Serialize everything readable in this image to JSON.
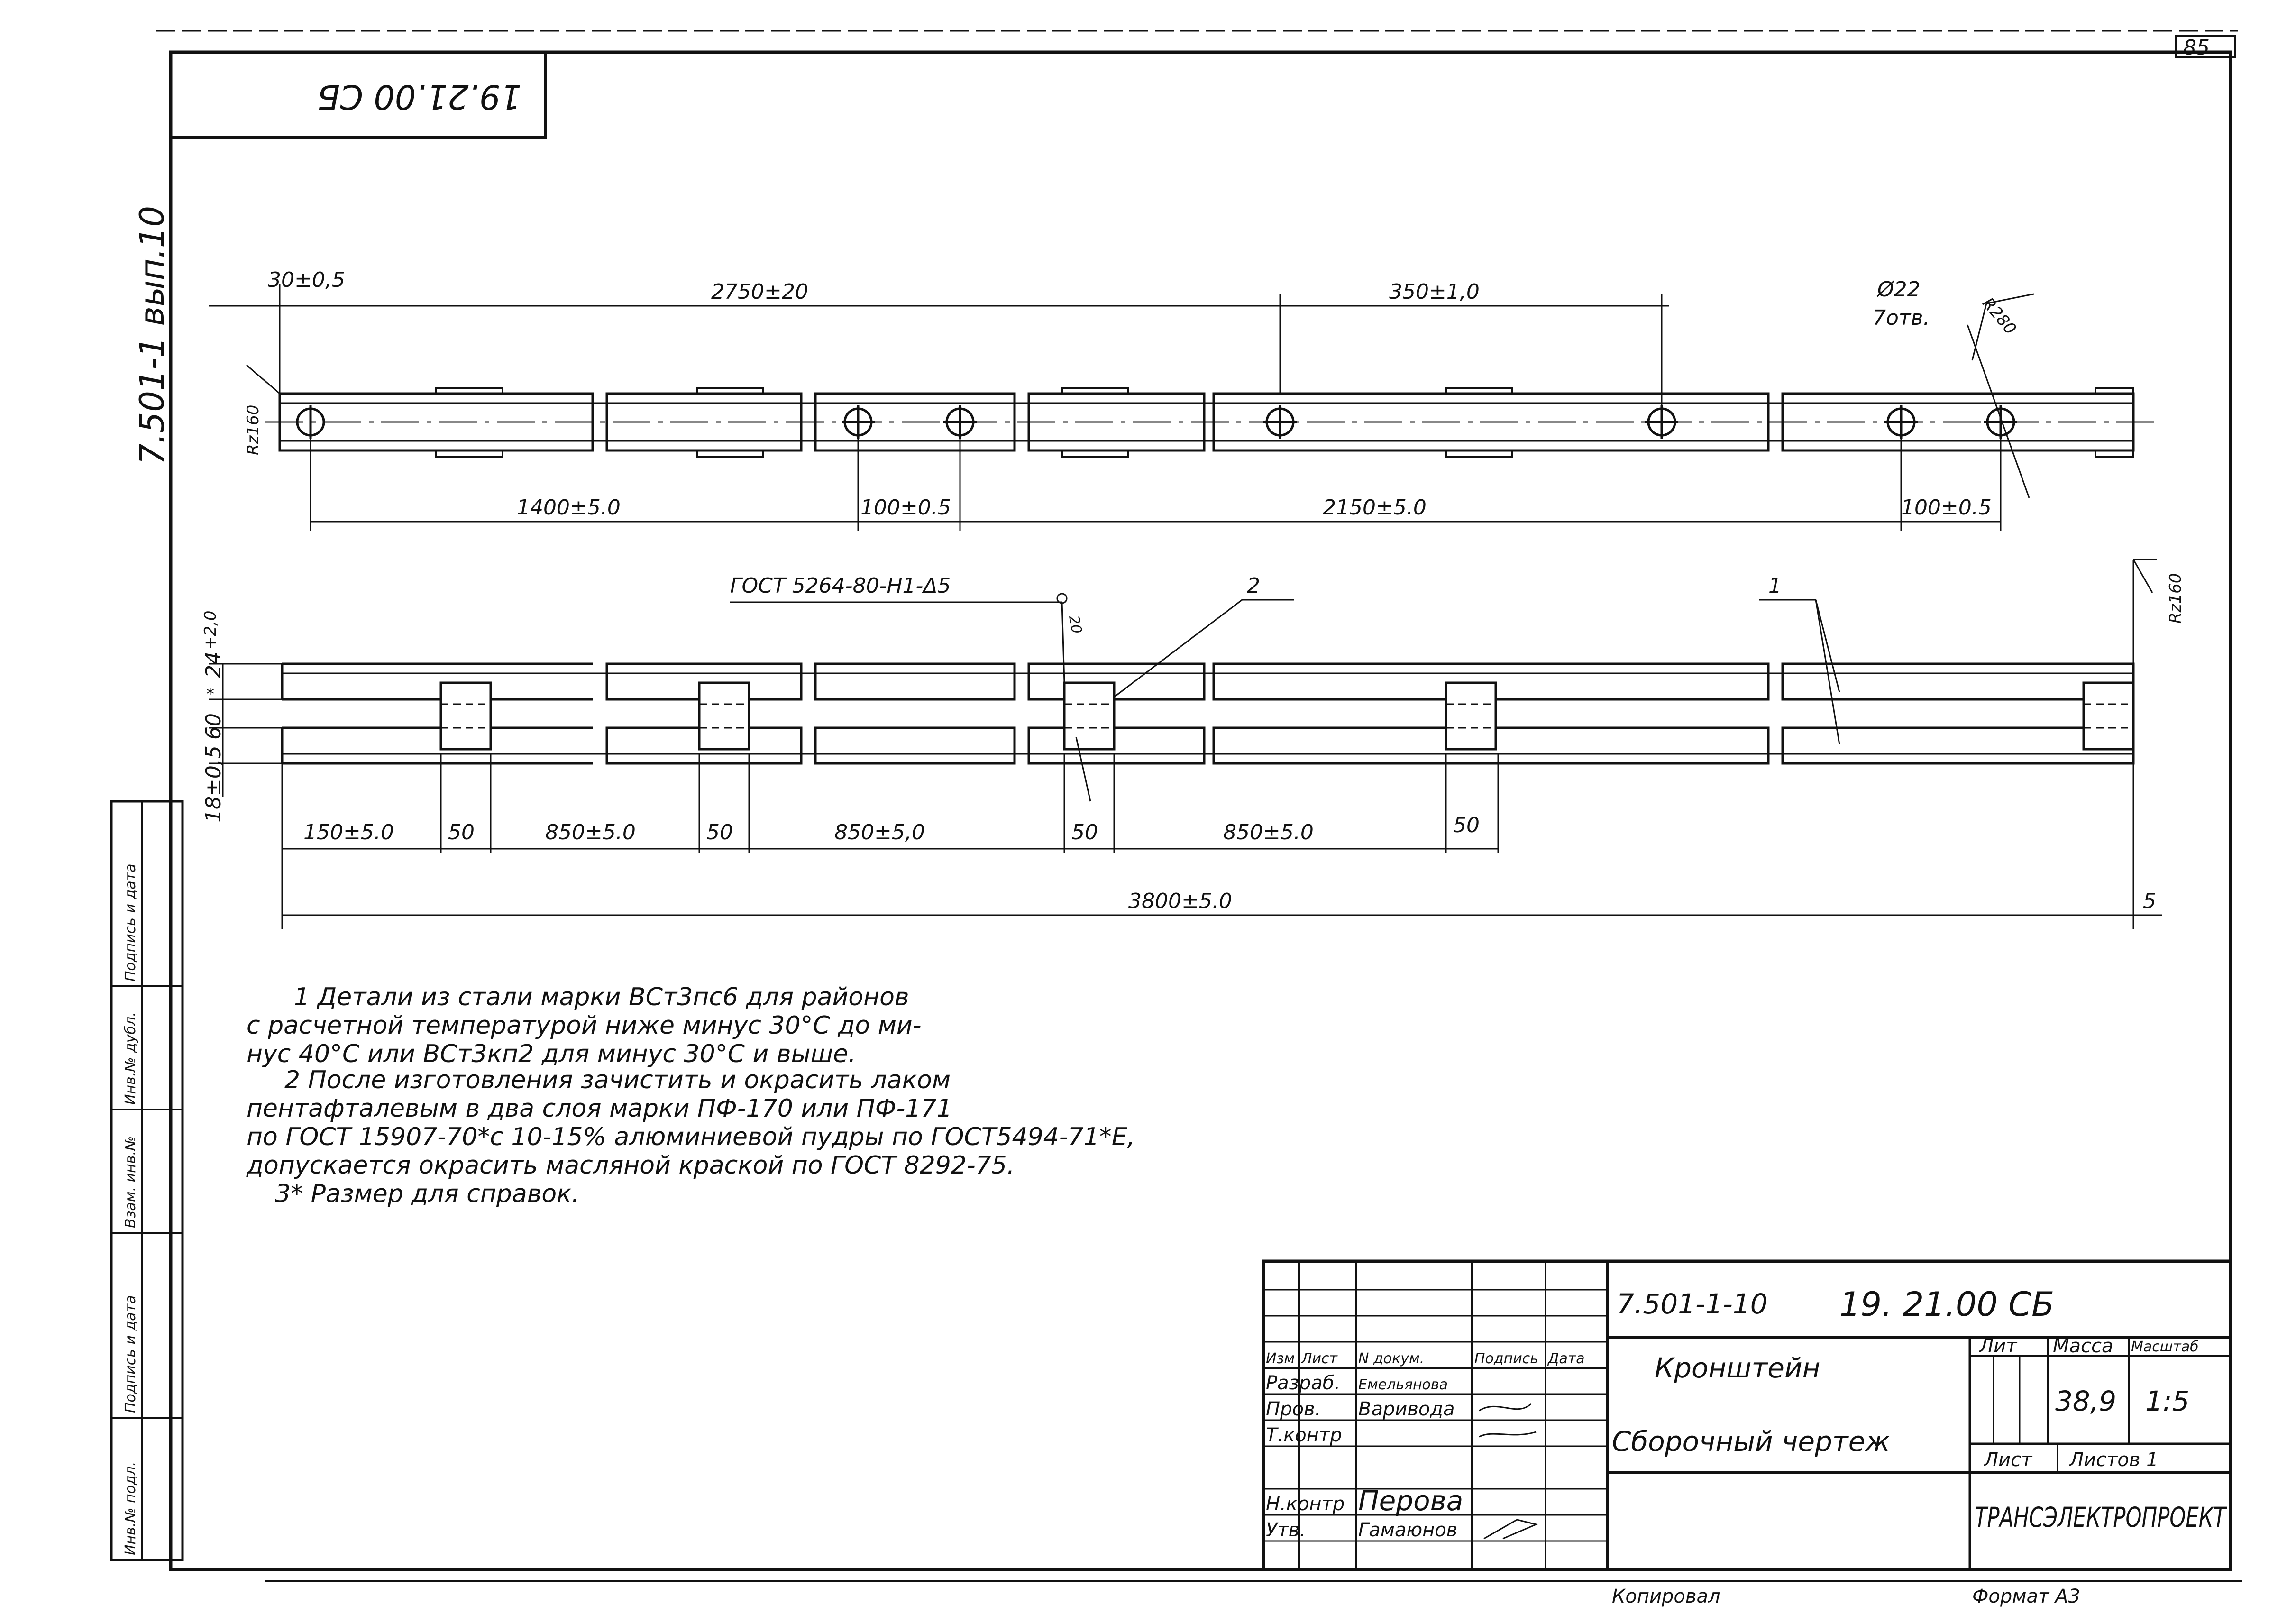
{
  "sheet": {
    "page_number": "85",
    "series_vertical": "7.501-1 вып.10",
    "mirrored_code": "19.21.00 СБ"
  },
  "top_view": {
    "dims_top": [
      "30±0,5",
      "2750±20",
      "350±1,0"
    ],
    "hole_note_1": "Ø22",
    "hole_note_2": "7отв.",
    "radius_label": "R280",
    "roughness": "Rz160",
    "dims_bottom": [
      "1400±5.0",
      "100±0.5",
      "2150±5.0",
      "100±0.5"
    ]
  },
  "front_view": {
    "weld_symbol": "ГОСТ 5264-80-Н1-Δ5",
    "weld_leg": "20",
    "position_2": "2",
    "position_1": "1",
    "roughness": "Rz160",
    "dim_24": "24",
    "dim_24_tol": "+2,0",
    "dim_60": "60",
    "dim_60_star": "*",
    "dim_18": "18±0,5",
    "dims_bottom": [
      "150±5.0",
      "50",
      "850±5.0",
      "50",
      "850±5,0",
      "50",
      "850±5.0",
      "50"
    ],
    "overall": "3800±5.0",
    "end_mark": "5"
  },
  "notes": [
    "1 Детали из стали марки ВСт3пс6 для районов",
    "с расчетной температурой ниже минус 30°С до ми-",
    "нус 40°С или ВСт3кп2 для минус 30°С и выше.",
    "2 После изготовления зачистить и окрасить лаком",
    "пентафталевым в два слоя марки ПФ-170 или ПФ-171",
    "по ГОСТ 15907-70*с 10-15% алюминиевой пудры по ГОСТ5494-71*Е,",
    "допускается окрасить масляной краской по ГОСТ 8292-75.",
    "3* Размер для справок."
  ],
  "left_stamp": [
    "Инв.№ подл.",
    "Подпись и дата",
    "Взам. инв.№",
    "Инв.№ дубл.",
    "Подпись и дата"
  ],
  "title_block": {
    "series": "7.501-1-10",
    "code": "19. 21.00 СБ",
    "name_1": "Кронштейн",
    "name_2": "Сборочный чертеж",
    "hdr_izm": "Изм",
    "hdr_list": "Лист",
    "hdr_ndoc": "N докум.",
    "hdr_podpis": "Подпись",
    "hdr_data": "Дата",
    "role_razrab": "Разраб.",
    "name_razrab": "Емельянова",
    "role_prov": "Пров.",
    "name_prov": "Варивода",
    "role_tkontr": "Т.контр",
    "role_nkontr": "Н.контр",
    "name_nkontr": "Перова",
    "role_utv": "Утв.",
    "name_utv": "Гамаюнов",
    "col_lit": "Лит",
    "col_massa": "Масса",
    "col_masshtab": "Масштаб",
    "massa": "38,9",
    "masshtab": "1:5",
    "list": "Лист",
    "listov": "Листов 1",
    "org": "ТРАНСЭЛЕКТРОПРОЕКТ",
    "copied": "Копировал",
    "format": "Формат А3"
  }
}
